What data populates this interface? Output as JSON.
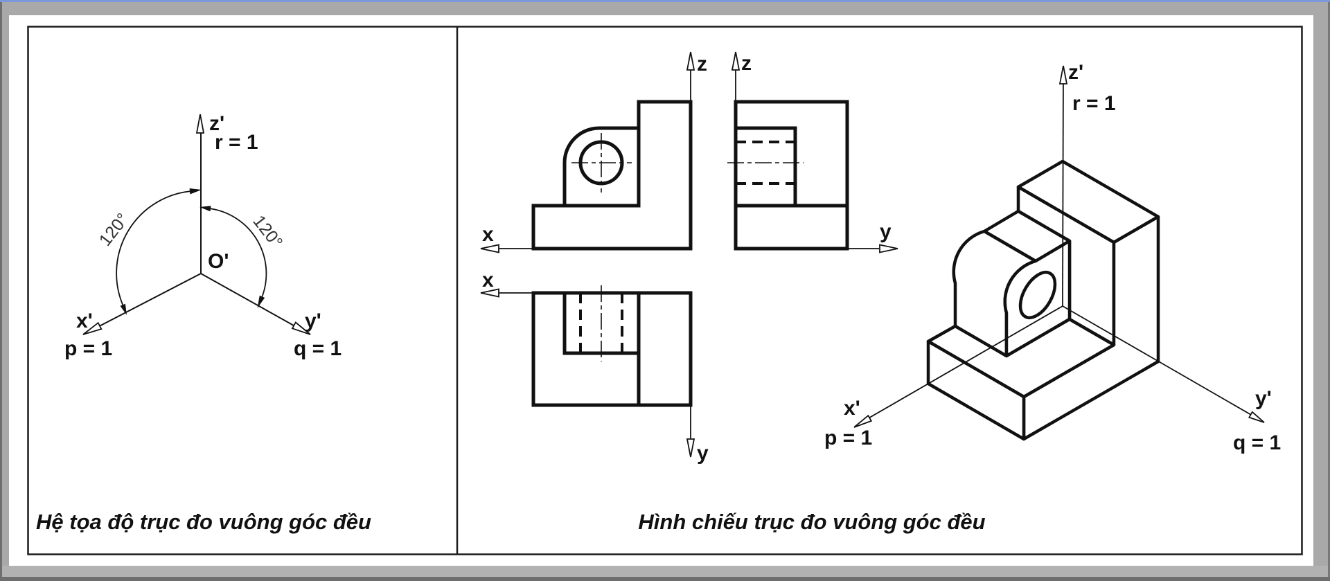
{
  "left_panel": {
    "caption": "Hệ tọa độ trục đo vuông góc đều",
    "z_axis_label": "z'",
    "z_coeff": "r = 1",
    "origin_label": "O'",
    "x_axis_label": "x'",
    "x_coeff": "p = 1",
    "y_axis_label": "y'",
    "y_coeff": "q = 1",
    "angle_left": "120°",
    "angle_right": "120°"
  },
  "right_panel": {
    "caption": "Hình chiếu trục đo vuông góc đều",
    "front_view": {
      "x_axis_label": "x",
      "z_axis_label": "z"
    },
    "side_view": {
      "z_axis_label": "z",
      "y_axis_label": "y"
    },
    "top_view": {
      "x_axis_label": "x",
      "y_axis_label": "y"
    },
    "isometric_view": {
      "z_axis_label": "z'",
      "z_coeff": "r = 1",
      "x_axis_label": "x'",
      "x_coeff": "p = 1",
      "y_axis_label": "y'",
      "y_coeff": "q = 1"
    }
  },
  "colors": {
    "line": "#1a1a1a",
    "frame_gray": "#a9a9a9",
    "accent_blue": "#7e97dc",
    "paper": "#ffffff"
  }
}
